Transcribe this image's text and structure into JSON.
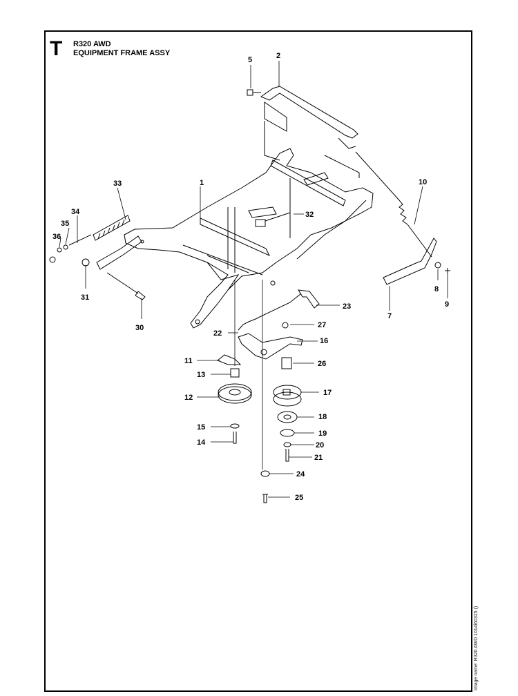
{
  "header": {
    "section_letter": "T",
    "model": "R320 AWD",
    "assembly": "EQUIPMENT FRAME ASSY"
  },
  "side_text": "Image name: R320 AWD 1014i60325 ()",
  "callouts": [
    {
      "id": "c1",
      "label": "1"
    },
    {
      "id": "c2",
      "label": "2"
    },
    {
      "id": "c5",
      "label": "5"
    },
    {
      "id": "c7",
      "label": "7"
    },
    {
      "id": "c8",
      "label": "8"
    },
    {
      "id": "c9",
      "label": "9"
    },
    {
      "id": "c10",
      "label": "10"
    },
    {
      "id": "c11",
      "label": "11"
    },
    {
      "id": "c12",
      "label": "12"
    },
    {
      "id": "c13",
      "label": "13"
    },
    {
      "id": "c14",
      "label": "14"
    },
    {
      "id": "c15",
      "label": "15"
    },
    {
      "id": "c16",
      "label": "16"
    },
    {
      "id": "c17",
      "label": "17"
    },
    {
      "id": "c18",
      "label": "18"
    },
    {
      "id": "c19",
      "label": "19"
    },
    {
      "id": "c20",
      "label": "20"
    },
    {
      "id": "c21",
      "label": "21"
    },
    {
      "id": "c22",
      "label": "22"
    },
    {
      "id": "c23",
      "label": "23"
    },
    {
      "id": "c24",
      "label": "24"
    },
    {
      "id": "c25",
      "label": "25"
    },
    {
      "id": "c26",
      "label": "26"
    },
    {
      "id": "c27",
      "label": "27"
    },
    {
      "id": "c30",
      "label": "30"
    },
    {
      "id": "c31",
      "label": "31"
    },
    {
      "id": "c32",
      "label": "32"
    },
    {
      "id": "c33",
      "label": "33"
    },
    {
      "id": "c34",
      "label": "34"
    },
    {
      "id": "c35",
      "label": "35"
    },
    {
      "id": "c36",
      "label": "36"
    }
  ]
}
